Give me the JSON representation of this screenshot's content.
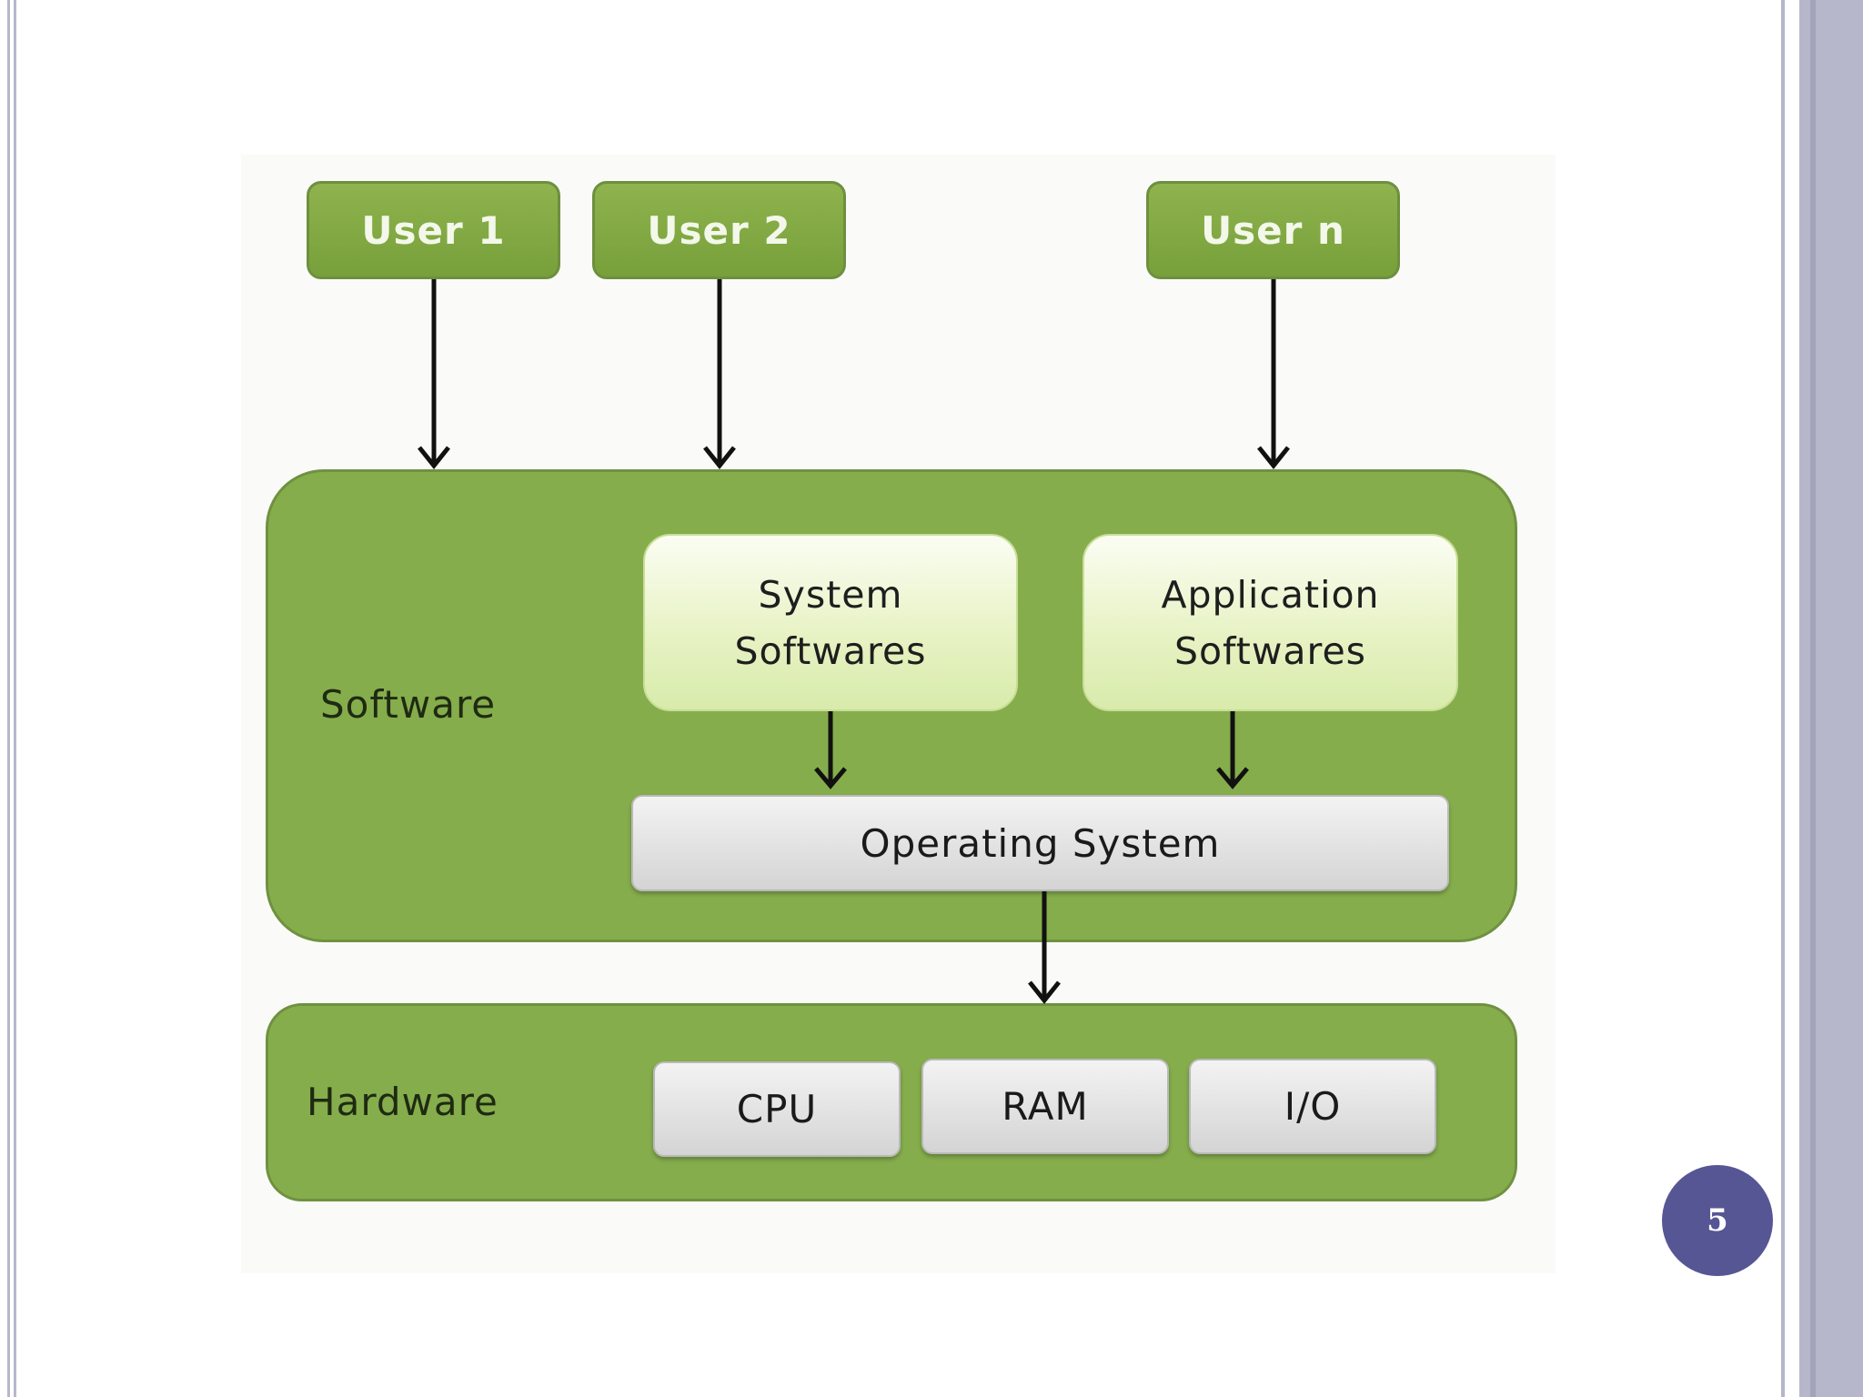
{
  "users": [
    "User 1",
    "User 2",
    "User n"
  ],
  "software": {
    "label": "Software",
    "system_softwares": [
      "System",
      "Softwares"
    ],
    "application_softwares": [
      "Application",
      "Softwares"
    ],
    "operating_system": "Operating System"
  },
  "hardware": {
    "label": "Hardware",
    "components": [
      "CPU",
      "RAM",
      "I/O"
    ]
  },
  "page_number": "5",
  "colors": {
    "panel_green": "#85ad4c",
    "user_box_green": "#7ea541",
    "light_green": "#e6f2c2",
    "gray_box": "#d9d9d9",
    "page_badge": "#565695",
    "frame": "#b7b7cc"
  }
}
